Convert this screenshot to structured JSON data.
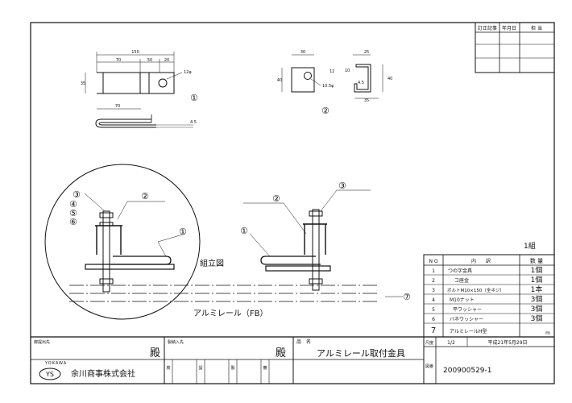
{
  "revision_table": {
    "headers": [
      "訂正記事",
      "年月日",
      "担 当"
    ]
  },
  "part1": {
    "marker": "①",
    "dims": {
      "overall": "150",
      "seg_left": "70",
      "seg_mid": "50",
      "seg_right": "20",
      "height": "35",
      "hole": "12φ",
      "bend_len": "70",
      "thick": "4.5"
    }
  },
  "part2": {
    "marker": "②",
    "dims": {
      "width": "30",
      "height": "40",
      "hole": "10.5φ",
      "small": "12",
      "side_w": "25",
      "side_h": "40",
      "inner": "4.5",
      "base": "35",
      "lip": "10"
    }
  },
  "assembly": {
    "callouts_left": [
      "③",
      "④",
      "⑤",
      "⑥",
      "②",
      "①"
    ],
    "callouts_right": [
      "②",
      "③",
      "①"
    ],
    "title": "組立図",
    "rail_label": "アルミレール（FB）",
    "rail_marker": "⑦"
  },
  "parts_list": {
    "quantity_note": "1組",
    "headers": {
      "no": "N O",
      "name": "内　　訳",
      "qty": "数 量"
    },
    "rows": [
      {
        "no": "1",
        "name": "つの字金具",
        "qty": "1個"
      },
      {
        "no": "2",
        "name": "コ座金",
        "qty": "1個"
      },
      {
        "no": "3",
        "name": "ボルトM10×150（全ネジ）",
        "qty": "1本"
      },
      {
        "no": "4",
        "name": "M10ナット",
        "qty": "3個"
      },
      {
        "no": "5",
        "name": "平ワッシャー",
        "qty": "3個"
      },
      {
        "no": "6",
        "name": "バネワッシャー",
        "qty": "3個"
      },
      {
        "no": "7",
        "name": "アルミレールH型",
        "qty": "m"
      }
    ]
  },
  "title_block": {
    "submit_to_label": "御提出先",
    "submit_to_suffix": "殿",
    "manufacturer_label": "製納入先",
    "manufacturer_suffix": "殿",
    "product_label": "品　名",
    "product_name": "アルミレール取付金具",
    "scale_label": "尺度",
    "scale_value": "1/2",
    "date": "平成21年5月29日",
    "drawing_no_label": "図番",
    "drawing_no": "200900529-1",
    "company_roman": "YOKAWA",
    "company_logo": "YS",
    "company_name": "余川商事株式会社",
    "approval_labels": [
      "検",
      "設",
      "製",
      "審"
    ]
  }
}
